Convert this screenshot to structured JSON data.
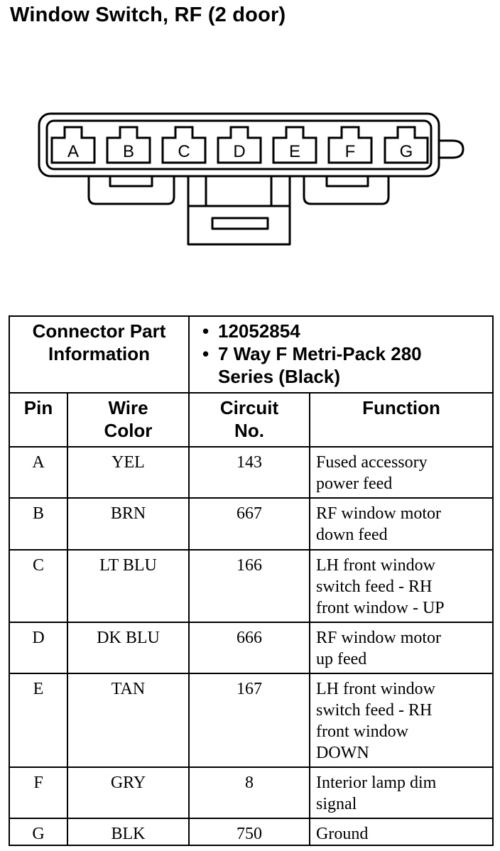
{
  "title": "Window Switch, RF (2 door)",
  "connector": {
    "pins": [
      "A",
      "B",
      "C",
      "D",
      "E",
      "F",
      "G"
    ]
  },
  "table": {
    "connector_part_label": [
      "Connector Part",
      "Information"
    ],
    "connector_part_info": [
      "12052854",
      "7 Way F Metri-Pack 280",
      "Series (Black)"
    ],
    "headers": {
      "pin": "Pin",
      "wire_color": [
        "Wire",
        "Color"
      ],
      "circuit_no": [
        "Circuit",
        "No."
      ],
      "function": "Function"
    },
    "rows": [
      {
        "pin": "A",
        "wire_color": "YEL",
        "circuit": "143",
        "function": [
          "Fused accessory",
          "power feed"
        ]
      },
      {
        "pin": "B",
        "wire_color": "BRN",
        "circuit": "667",
        "function": [
          "RF window motor",
          "down feed"
        ]
      },
      {
        "pin": "C",
        "wire_color": "LT BLU",
        "circuit": "166",
        "function": [
          "LH front window",
          "switch feed - RH",
          "front window - UP"
        ]
      },
      {
        "pin": "D",
        "wire_color": "DK BLU",
        "circuit": "666",
        "function": [
          "RF window motor",
          "up feed"
        ]
      },
      {
        "pin": "E",
        "wire_color": "TAN",
        "circuit": "167",
        "function": [
          "LH front window",
          "switch feed - RH",
          "front window",
          "DOWN"
        ]
      },
      {
        "pin": "F",
        "wire_color": "GRY",
        "circuit": "8",
        "function": [
          "Interior lamp dim",
          "signal"
        ]
      },
      {
        "pin": "G",
        "wire_color": "BLK",
        "circuit": "750",
        "function": [
          "Ground"
        ]
      }
    ]
  }
}
